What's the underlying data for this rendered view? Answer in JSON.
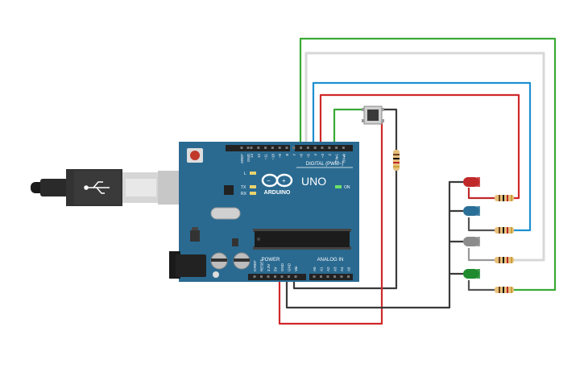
{
  "board": {
    "brand": "ARDUINO",
    "model": "UNO",
    "digital_header": "DIGITAL (PWM~)",
    "power_header": "POWER",
    "analog_header": "ANALOG IN",
    "on_label": "ON",
    "led_l": "L",
    "led_tx": "TX",
    "led_rx": "RX",
    "aref_pins": [
      "AREF",
      "GND"
    ],
    "digital_pins": [
      "13",
      "12",
      "~11",
      "~10",
      "~9",
      "8",
      "7",
      "~6",
      "~5",
      "4",
      "~3",
      "2",
      "TX▸1",
      "RX◂0"
    ],
    "power_pins": [
      "IOREF",
      "RESET",
      "3.3V",
      "5V",
      "GND",
      "GND",
      "Vin"
    ],
    "analog_pins": [
      "A0",
      "A1",
      "A2",
      "A3",
      "A4",
      "A5"
    ]
  },
  "components": {
    "leds": [
      {
        "name": "red",
        "color": "#c0282a"
      },
      {
        "name": "blue",
        "color": "#2a6f97"
      },
      {
        "name": "gray",
        "color": "#8c8c8c"
      },
      {
        "name": "green",
        "color": "#1f8a2e"
      }
    ],
    "wire_colors": {
      "green": "#3aaa35",
      "blue": "#1f8fd0",
      "red": "#d0282a",
      "white": "#d4d4d4",
      "black": "#3a3a3a"
    }
  }
}
